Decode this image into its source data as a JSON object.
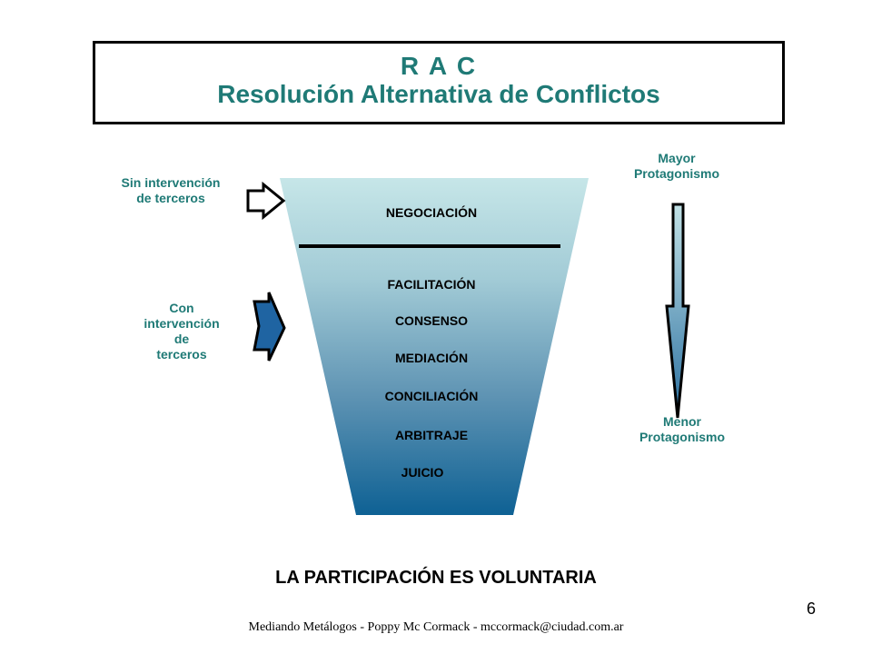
{
  "title": {
    "line1": "R A C",
    "line2": "Resolución Alternativa de Conflictos"
  },
  "left_labels": {
    "without_third_party": "Sin intervención\nde  terceros",
    "with_third_party": "Con\nintervención\nde\nterceros"
  },
  "right_labels": {
    "top": "Mayor\nProtagonismo",
    "bottom": "Menor\nProtagonismo"
  },
  "funnel_items": {
    "negociacion": "NEGOCIACIÓN",
    "facilitacion": "FACILITACIÓN",
    "consenso": "CONSENSO",
    "mediacion": "MEDIACIÓN",
    "conciliacion": "CONCILIACIÓN",
    "arbitraje": "ARBITRAJE",
    "juicio": "JUICIO"
  },
  "footer": {
    "main": "LA PARTICIPACIÓN ES VOLUNTARIA",
    "credit": "Mediando Metálogos - Poppy Mc Cormack - mccormack@ciudad.com.ar",
    "page_number": "6"
  },
  "colors": {
    "title_text": "#1f7a76",
    "funnel_top": "#c2e3e6",
    "funnel_bottom": "#0e6194",
    "arrow_dark": "#1f64a2"
  }
}
